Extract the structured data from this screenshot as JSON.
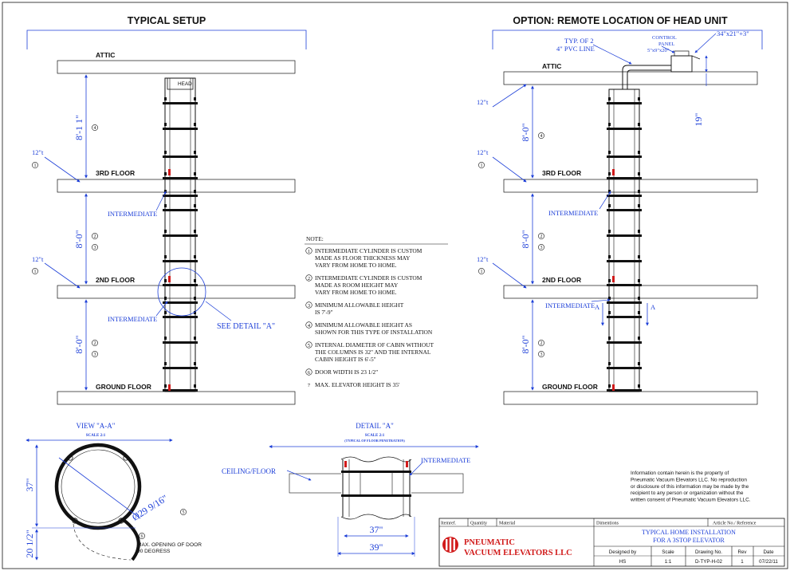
{
  "titles": {
    "typical_setup": "TYPICAL SETUP",
    "remote_option": "OPTION: REMOTE LOCATION OF HEAD UNIT"
  },
  "floors": {
    "attic": "ATTIC",
    "third": "3RD FLOOR",
    "second": "2ND FLOOR",
    "ground": "GROUND FLOOR"
  },
  "labels": {
    "head": "HEAD",
    "intermediate": "INTERMEDIATE",
    "see_detail": "SEE DETAIL \"A\"",
    "typ_of_2": "TYP. OF 2",
    "pvc_line": "4\" PVC LINE",
    "control": "CONTROL",
    "panel": "PANEL",
    "panel_size": "5\"x9\"x20\"",
    "head_unit_size": "34\"x21\"+3\"",
    "section_mark": "A",
    "ceiling_floor": "CEILING/FLOOR",
    "door_note_1": "MAX. OPENING OF DOOR",
    "door_note_2": "90 DEGRESS"
  },
  "dims": {
    "left_top": "8'-1 1\"",
    "left_mid": "8'-0\"",
    "left_bot": "8'-0\"",
    "right_top": "8'-0\"",
    "right_mid": "8'-0\"",
    "right_bot": "8'-0\"",
    "right_19": "19\"",
    "thickness": "12\"t",
    "view_37": "37\"",
    "view_20": "20 1/2\"",
    "view_dia": "Ø29 9/16\"",
    "detail_37": "37\"",
    "detail_39": "39\""
  },
  "markers": [
    "1",
    "2",
    "3",
    "4",
    "5",
    "6"
  ],
  "notes": {
    "heading": "NOTE:",
    "items": [
      {
        "num": "1",
        "lines": [
          "INTERMEDIATE CYLINDER IS CUSTOM",
          "MADE AS FLOOR THICKNESS MAY",
          "VARY FROM HOME TO HOME."
        ]
      },
      {
        "num": "2",
        "lines": [
          "INTERMEDIATE CYLINDER IS CUSTOM",
          "MADE AS ROOM HEIGHT MAY",
          "VARY FROM HOME TO HOME."
        ]
      },
      {
        "num": "3",
        "lines": [
          "MINIMUM ALLOWABLE HEIGHT",
          "IS 7'-9\""
        ]
      },
      {
        "num": "4",
        "lines": [
          "MINIMUM ALLOWABLE HEIGHT AS",
          "SHOWN FOR THIS TYPE OF INSTALLATION"
        ]
      },
      {
        "num": "5",
        "lines": [
          "INTERNAL DIAMETER OF CABIN WITHOUT",
          "THE COLUMNS IS 32\" AND THE INTERNAL",
          "CABIN HEIGHT IS 6'-5\""
        ]
      },
      {
        "num": "6",
        "lines": [
          "DOOR WIDTH IS 23 1/2\""
        ]
      },
      {
        "num": "7",
        "lines": [
          "MAX. ELEVATOR HEIGHT IS 35'"
        ]
      }
    ]
  },
  "views": {
    "view_aa": "VIEW \"A-A\"",
    "view_aa_scale": "SCALE 2:1",
    "detail_a": "DETAIL \"A\"",
    "detail_a_scale": "SCALE 2:1",
    "detail_a_sub": "(TYPICAL OF FLOOR PENETRATION)"
  },
  "disclaimer": [
    "Information contain herein is the property of",
    "Pneumatic Vacuum Elevators LLC. No reproduction",
    "or disclosure of this information may be made by the",
    "recipient to any person or organization without the",
    "written consent of Pneumatic Vacuum Elevators LLC."
  ],
  "title_block": {
    "headers": {
      "itemref": "Itemref.",
      "quantity": "Quantity",
      "material": "Material",
      "dimentions": "Dimentions",
      "article": "Article No./ Reference"
    },
    "company_line1": "PNEUMATIC",
    "company_line2": "VACUUM ELEVATORS LLC",
    "drawing_title_1": "TYPICAL HOME INSTALLATION",
    "drawing_title_2": "FOR A 3STOP ELEVATOR",
    "fields": {
      "designed_by_label": "Designed by",
      "designed_by": "HS",
      "scale_label": "Scale",
      "scale": "1:1",
      "drawing_no_label": "Drawing No.",
      "drawing_no": "D-TYP-H-02",
      "rev_label": "Rev",
      "rev": "1",
      "date_label": "Date",
      "date": "07/22/11"
    }
  },
  "colors": {
    "blue": "#1d3fd8",
    "red": "#d11a1a",
    "line": "#111111"
  }
}
